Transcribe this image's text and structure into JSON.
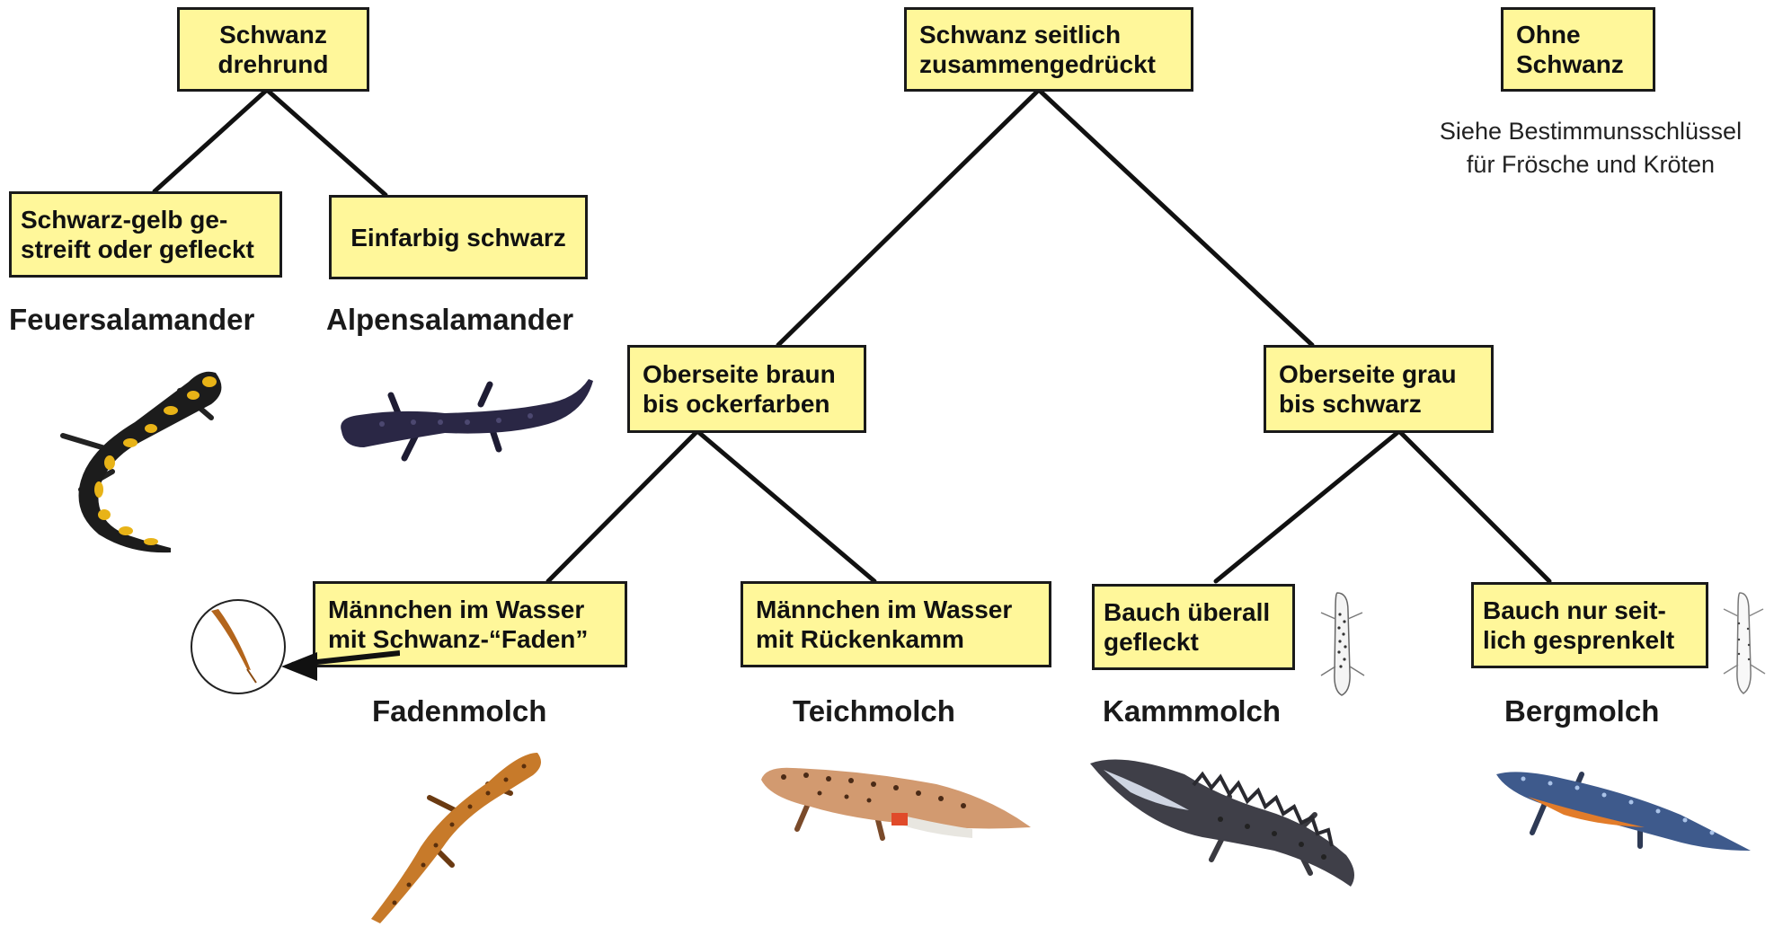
{
  "colors": {
    "box_fill": "#fff79a",
    "box_border": "#1a1a1a",
    "line": "#111111"
  },
  "nodes": {
    "round_tail": [
      "Schwanz",
      "drehrund"
    ],
    "flat_tail": [
      "Schwanz seitlich",
      "zusammengedrückt"
    ],
    "no_tail": [
      "Ohne",
      "Schwanz"
    ],
    "striped": [
      "Schwarz-gelb ge-",
      "streift oder gefleckt"
    ],
    "black": [
      "Einfarbig schwarz"
    ],
    "brown_top": [
      "Oberseite braun",
      "bis ockerfarben"
    ],
    "grey_top": [
      "Oberseite grau",
      "bis schwarz"
    ],
    "thread_tail": [
      "Männchen im Wasser",
      "mit Schwanz-“Faden”"
    ],
    "back_crest": [
      "Männchen im Wasser",
      "mit Rückenkamm"
    ],
    "belly_spotted": [
      "Bauch überall",
      "gefleckt"
    ],
    "belly_sides": [
      "Bauch nur seit-",
      "lich gesprenkelt"
    ]
  },
  "note": [
    "Siehe Bestimmunsschlüssel",
    "für Frösche und Kröten"
  ],
  "species": {
    "feuersalamander": "Feuersalamander",
    "alpensalamander": "Alpensalamander",
    "fadenmolch": "Fadenmolch",
    "teichmolch": "Teichmolch",
    "kammmolch": "Kammmolch",
    "bergmolch": "Bergmolch"
  },
  "icons": {
    "fire_salamander": "salamander-yellow-black-icon",
    "alpine_salamander": "salamander-black-icon",
    "palmate_newt": "newt-orange-icon",
    "smooth_newt": "newt-spotted-brown-icon",
    "crested_newt": "newt-crested-dark-icon",
    "alpine_newt": "newt-blue-orange-icon",
    "tail_thread_zoom": "tail-thread-magnifier-icon",
    "belly_spotted": "belly-spotted-sketch-icon",
    "belly_sides": "belly-sides-sketch-icon"
  }
}
